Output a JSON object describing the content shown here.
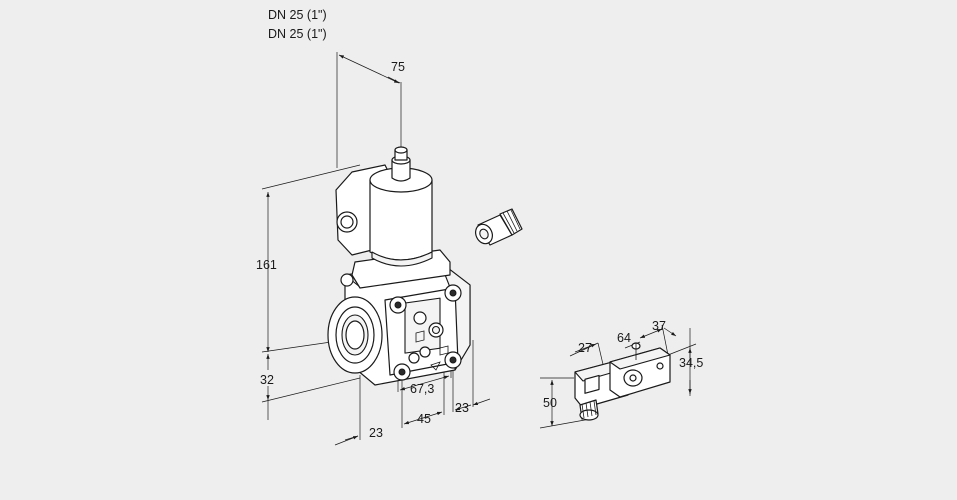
{
  "connection_labels": [
    "DN 25 (1\")",
    "DN 25 (1\")"
  ],
  "main_dimensions": {
    "top_width": "75",
    "height": "161",
    "bottom_offset": "32",
    "inlet_offset": "23",
    "body_depth": "45",
    "flange_offset": "23",
    "center_distance": "67,3"
  },
  "connector_dimensions": {
    "d27": "27",
    "d64": "64",
    "d37": "37",
    "d34_5": "34,5",
    "d50": "50"
  }
}
